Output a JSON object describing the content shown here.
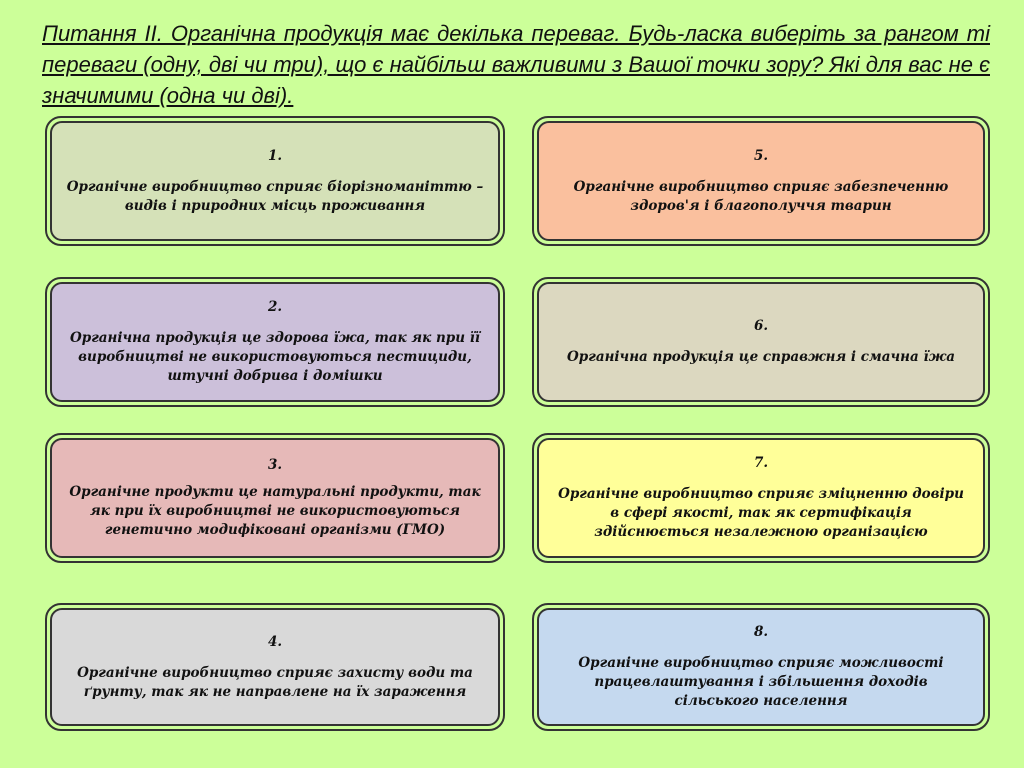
{
  "question": "Питання ІІ. Органічна продукція має декілька переваг. Будь-ласка виберіть за рангом ті переваги (одну, дві чи три), що є найбільш важливими з Вашої точки зору? Які для вас не є значимими (одна чи дві).",
  "colors": {
    "background": "#ccff99",
    "card1": "#d5e1b8",
    "card2": "#ccc0da",
    "card3": "#e6b9b8",
    "card4": "#d9d9d9",
    "card5": "#fac09e",
    "card6": "#dcd8c0",
    "card7": "#ffff99",
    "card8": "#c5d9ef"
  },
  "cards": [
    {
      "number": "1.",
      "text": "Органічне виробництво сприяє біорізноманіттю – видів і природних місць проживання"
    },
    {
      "number": "2.",
      "text": "Органічна продукція це здорова їжа, так як при її виробництві не використовуються пестициди, штучні добрива і домішки"
    },
    {
      "number": "3.",
      "text": "Органічне продукти це натуральні продукти, так як при їх виробництві не використовуються генетично модифіковані організми (ГМО)"
    },
    {
      "number": "4.",
      "text": "Органічне виробництво сприяє захисту води та ґрунту, так як не направлене на їх зараження"
    },
    {
      "number": "5.",
      "text": "Органічне виробництво сприяє забезпеченню здоров'я і благополуччя тварин"
    },
    {
      "number": "6.",
      "text": "Органічна продукція це справжня і смачна їжа"
    },
    {
      "number": "7.",
      "text": "Органічне виробництво сприяє зміцненню довіри в сфері якості, так як сертифікація здійснюється незалежною організацією"
    },
    {
      "number": "8.",
      "text": "Органічне виробництво сприяє можливості працевлаштування і збільшення доходів сільського населення"
    }
  ]
}
